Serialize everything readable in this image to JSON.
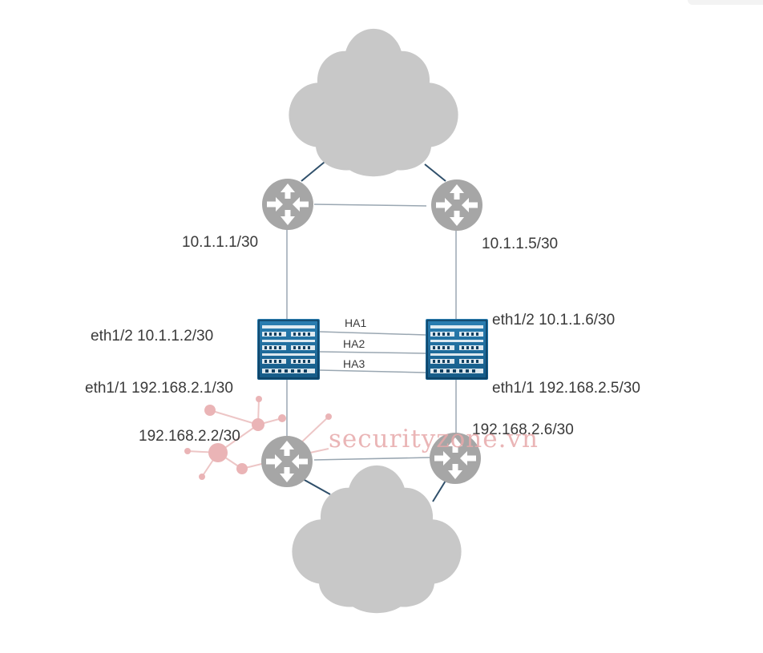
{
  "labels": {
    "r1_ip": "10.1.1.1/30",
    "r2_ip": "10.1.1.5/30",
    "fw1_eth12": "eth1/2 10.1.1.2/30",
    "fw1_eth11": "eth1/1 192.168.2.1/30",
    "fw2_eth12": "eth1/2 10.1.1.6/30",
    "fw2_eth11": "eth1/1 192.168.2.5/30",
    "r3_ip": "192.168.2.2/30",
    "r4_ip": "192.168.2.6/30"
  },
  "ha_links": [
    "HA1",
    "HA2",
    "HA3"
  ],
  "watermark": "securityzone.vn",
  "icons": {
    "cloud": "cloud-icon",
    "router": "router-icon",
    "firewall": "firewall-icon"
  },
  "colors": {
    "cloud": "#c8c8c8",
    "router": "#a9a9a9",
    "firewall": "#1f6a98",
    "link_top": "#2f4f6a",
    "link": "#9aa7b2",
    "watermark": "#e7a9aa"
  }
}
